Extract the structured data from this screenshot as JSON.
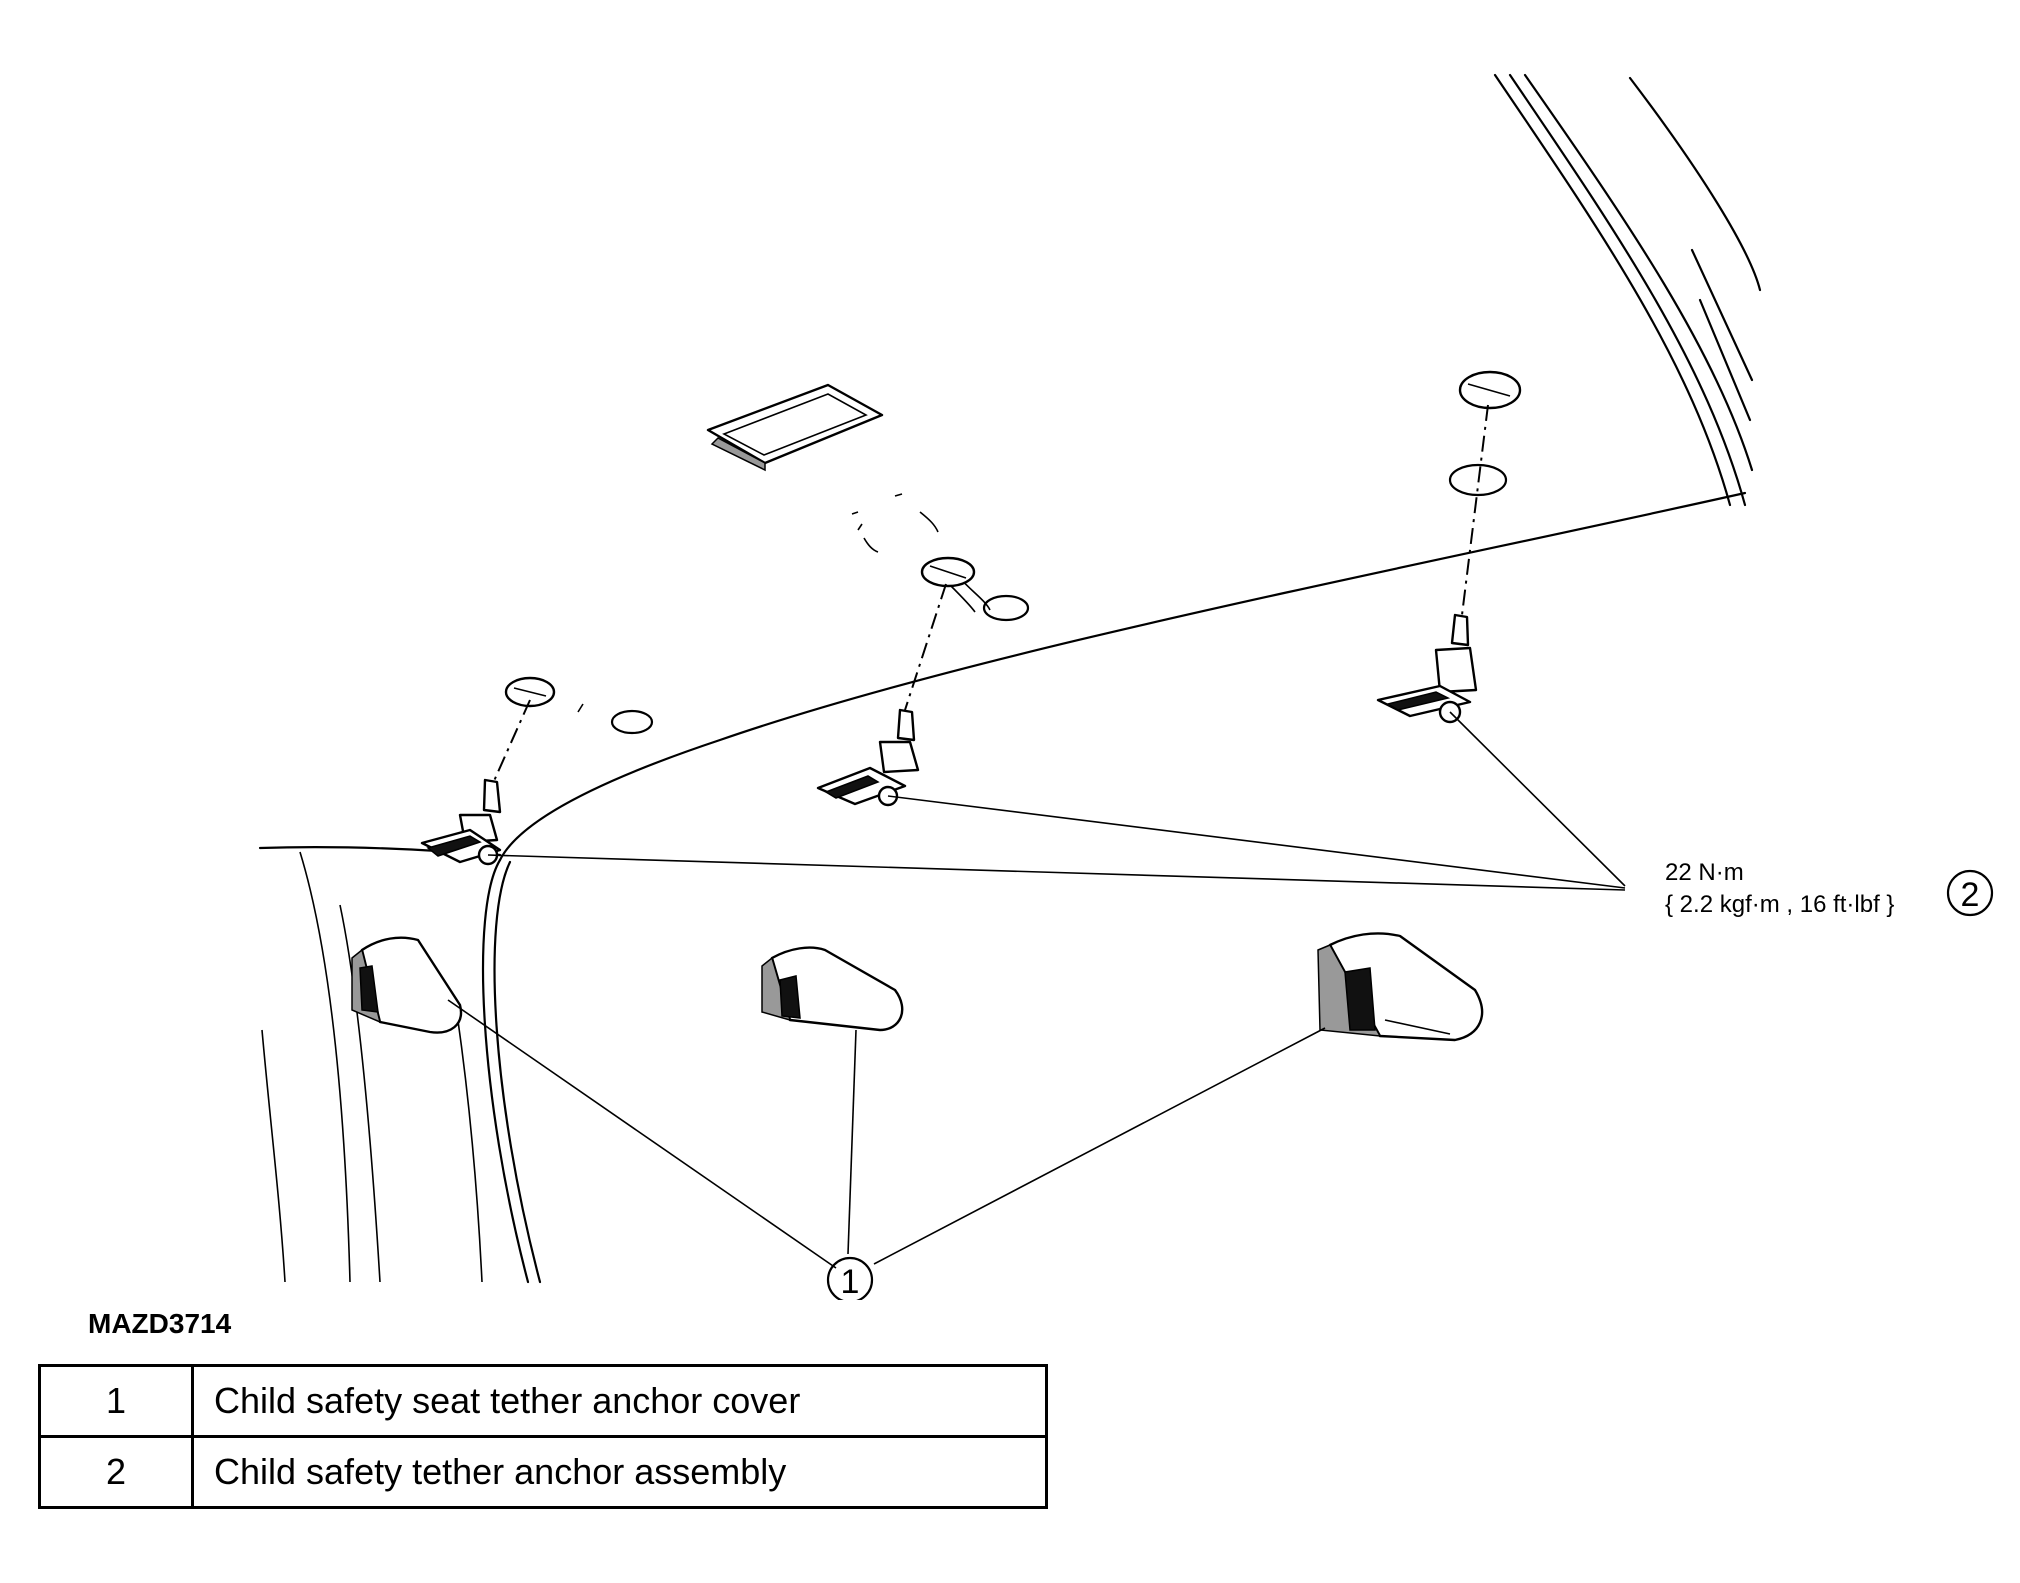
{
  "callouts": {
    "cover": "1",
    "assembly": "2"
  },
  "torque": {
    "line1": "22 N·m",
    "line2": "{ 2.2 kgf·m , 16 ft·lbf }"
  },
  "figure_code": "MAZD3714",
  "legend": [
    {
      "number": "1",
      "description": "Child safety seat tether anchor cover"
    },
    {
      "number": "2",
      "description": "Child safety tether anchor assembly"
    }
  ]
}
